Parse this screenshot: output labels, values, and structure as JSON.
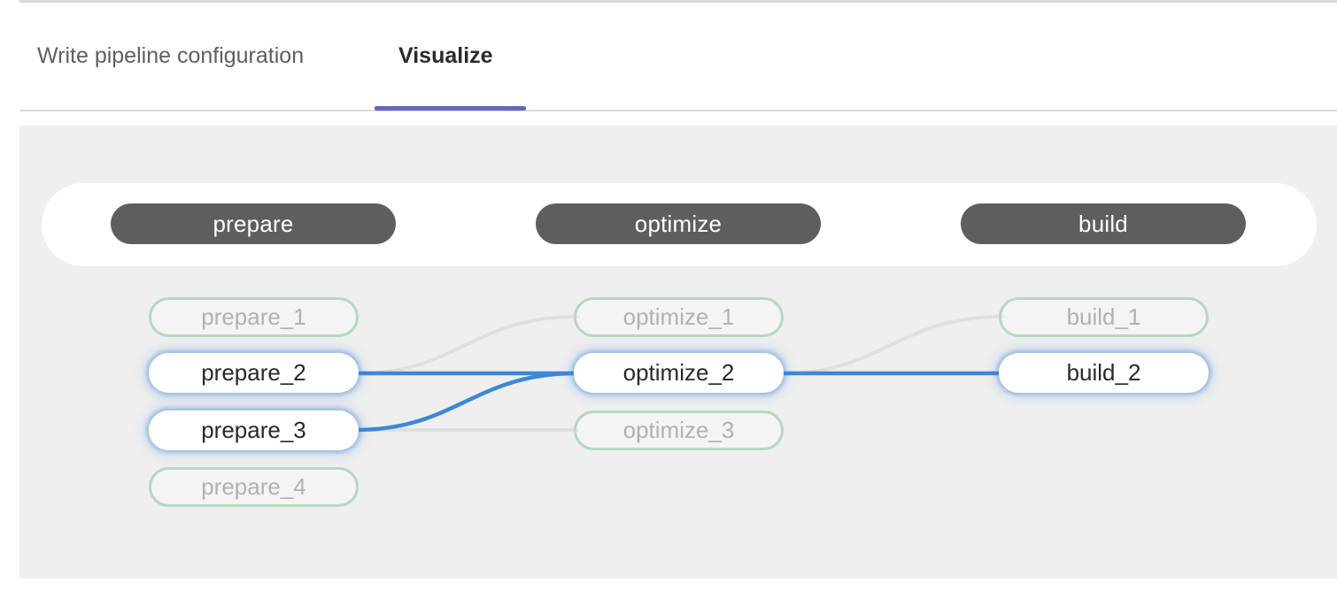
{
  "tabs": {
    "write": {
      "label": "Write pipeline configuration"
    },
    "visualize": {
      "label": "Visualize"
    },
    "active_tab": "Visualize"
  },
  "stages": [
    {
      "label": "prepare",
      "jobs": [
        {
          "name": "prepare_1",
          "state": "dimmed"
        },
        {
          "name": "prepare_2",
          "state": "highlighted"
        },
        {
          "name": "prepare_3",
          "state": "highlighted"
        },
        {
          "name": "prepare_4",
          "state": "dimmed"
        }
      ]
    },
    {
      "label": "optimize",
      "jobs": [
        {
          "name": "optimize_1",
          "state": "dimmed"
        },
        {
          "name": "optimize_2",
          "state": "highlighted"
        },
        {
          "name": "optimize_3",
          "state": "dimmed"
        }
      ]
    },
    {
      "label": "build",
      "jobs": [
        {
          "name": "build_1",
          "state": "dimmed"
        },
        {
          "name": "build_2",
          "state": "highlighted"
        }
      ]
    }
  ],
  "edges": [
    {
      "from": "prepare_2",
      "to": "optimize_1",
      "active": false
    },
    {
      "from": "prepare_2",
      "to": "optimize_2",
      "active": true
    },
    {
      "from": "prepare_3",
      "to": "optimize_2",
      "active": true
    },
    {
      "from": "prepare_3",
      "to": "optimize_3",
      "active": false
    },
    {
      "from": "optimize_2",
      "to": "build_1",
      "active": false
    },
    {
      "from": "optimize_2",
      "to": "build_2",
      "active": true
    }
  ],
  "colors": {
    "accent_underline": "#6565c2",
    "edge_active": "#3e87d8",
    "edge_inactive": "#dfdfdf",
    "stage_pill_bg": "#5e5e5e",
    "panel_bg": "#efefef",
    "dimmed_node_border": "#b5d8c1",
    "dimmed_node_text": "#b1b1b3",
    "highlight_glow": "#3e86d8"
  }
}
